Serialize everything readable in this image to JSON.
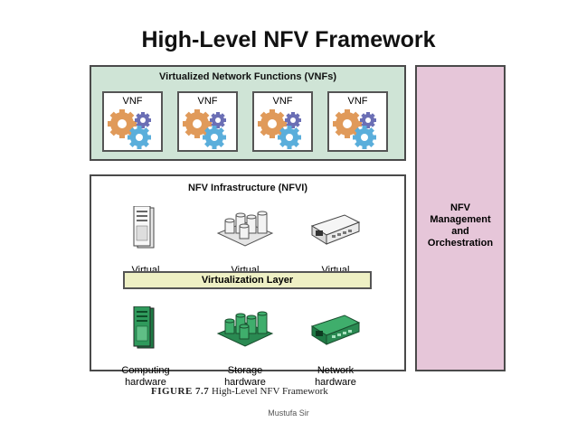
{
  "title": "High-Level NFV Framework",
  "vnf_section": {
    "label": "Virtualized Network Functions (VNFs)",
    "cards": [
      "VNF",
      "VNF",
      "VNF",
      "VNF"
    ]
  },
  "nfvi_section": {
    "label": "NFV Infrastructure (NFVI)",
    "virtual": [
      {
        "label": "Virtual\ncomputing",
        "icon": "server-icon"
      },
      {
        "label": "Virtual\nstorage",
        "icon": "storage-icon"
      },
      {
        "label": "Virtual\nnetwork",
        "icon": "network-icon"
      }
    ],
    "virtualization_layer": "Virtualization Layer",
    "hardware": [
      {
        "label": "Computing\nhardware",
        "icon": "server-icon"
      },
      {
        "label": "Storage\nhardware",
        "icon": "storage-icon"
      },
      {
        "label": "Network\nhardware",
        "icon": "network-icon"
      }
    ]
  },
  "mano": {
    "label": "NFV\nManagement\nand\nOrchestration"
  },
  "caption": {
    "figure": "FIGURE 7.7",
    "text": "High-Level NFV Framework"
  },
  "footer": "Mustufa Sir",
  "colors": {
    "vnf_bg": "#cfe4d6",
    "mano_bg": "#e6c6d9",
    "virtualization_layer_bg": "#eef0c4",
    "gear_orange": "#e09a5a",
    "gear_blue": "#5aaedb",
    "gear_purple": "#6b6fb5",
    "hardware_green": "#2f9a5c"
  }
}
